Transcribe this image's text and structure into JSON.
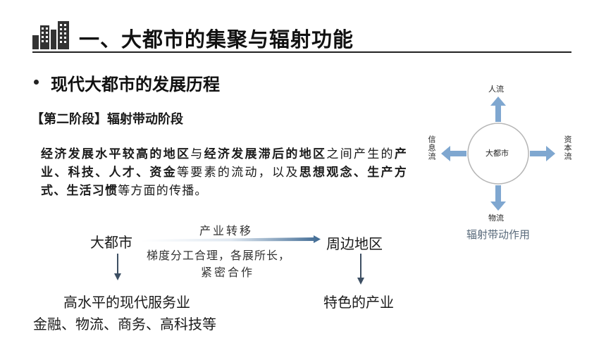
{
  "header": {
    "title": "一、大都市的集聚与辐射功能"
  },
  "section": {
    "heading": "现代大都市的发展历程"
  },
  "stage": {
    "tag": "【第二阶段】",
    "name": "辐射带动阶段"
  },
  "description": {
    "part1": "经济发展水平较高的地区",
    "part2": "与",
    "part3": "经济发展滞后的地区",
    "part4": "之间产生的",
    "part5": "产业、科技、人才、资金",
    "part6": "等要素的流动，以及",
    "part7": "思想观念、生产方式、生活习惯",
    "part8": "等方面的传播。"
  },
  "flow": {
    "source": "大都市",
    "target": "周边地区",
    "arrow_label": "产业转移",
    "note_line1": "梯度分工合理，各展所长，",
    "note_line2": "紧密合作",
    "source_result": "高水平的现代服务业",
    "source_examples": "金融、物流、商务、高科技等",
    "target_result": "特色的产业"
  },
  "radiation_figure": {
    "center": "大都市",
    "top": "人流",
    "bottom": "物流",
    "left": "信息流",
    "right": "资本流",
    "caption": "辐射带动作用",
    "arrow_color": "#7fa7d0"
  }
}
